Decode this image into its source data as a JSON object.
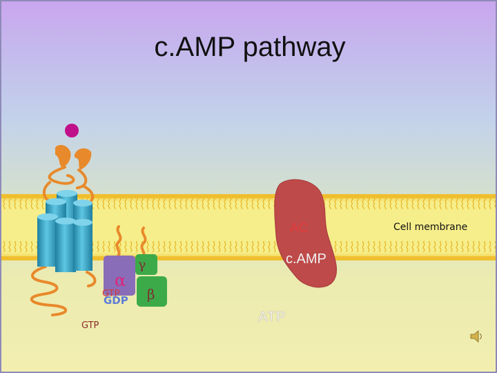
{
  "title": "c.AMP pathway",
  "labels": {
    "enzyme": "AC",
    "product": "c.AMP",
    "substrate": "ATP",
    "membrane": "Cell membrane",
    "free_nucleotide": "GTP",
    "bound_nucleotide_old": "GDP",
    "bound_nucleotide_new": "GTP",
    "alpha": "α",
    "beta": "β",
    "gamma": "γ"
  },
  "colors": {
    "ligand": "#c0108a",
    "receptor": "#3aa6c4",
    "receptor_ligand_site": "#e8892b",
    "membrane_core": "#f4ef92",
    "membrane_edge": "#f2ce3a",
    "adenylyl_cyclase": "#be4a4a",
    "g_alpha": "#8a6db8",
    "g_beta": "#3daa4a",
    "g_gamma": "#3daa4a",
    "tether": "#e8892b"
  },
  "icons": {
    "speaker": "speaker-icon"
  }
}
